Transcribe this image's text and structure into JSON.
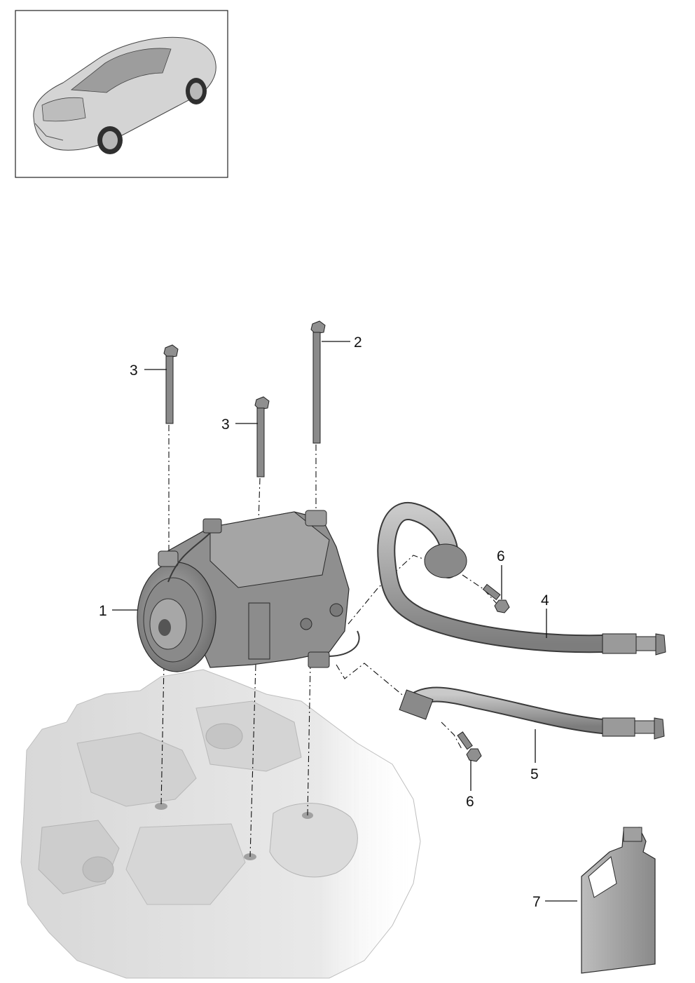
{
  "callouts": [
    {
      "id": "1",
      "label": "1"
    },
    {
      "id": "2",
      "label": "2"
    },
    {
      "id": "3a",
      "label": "3"
    },
    {
      "id": "3b",
      "label": "3"
    },
    {
      "id": "4",
      "label": "4"
    },
    {
      "id": "5",
      "label": "5"
    },
    {
      "id": "6a",
      "label": "6"
    },
    {
      "id": "6b",
      "label": "6"
    },
    {
      "id": "7",
      "label": "7"
    }
  ],
  "colors": {
    "part_fill": "#9a9a9a",
    "part_dark": "#6f6f6f",
    "part_light": "#c8c8c8",
    "engine_fill": "#dedede",
    "car_fill": "#d4d4d4"
  }
}
